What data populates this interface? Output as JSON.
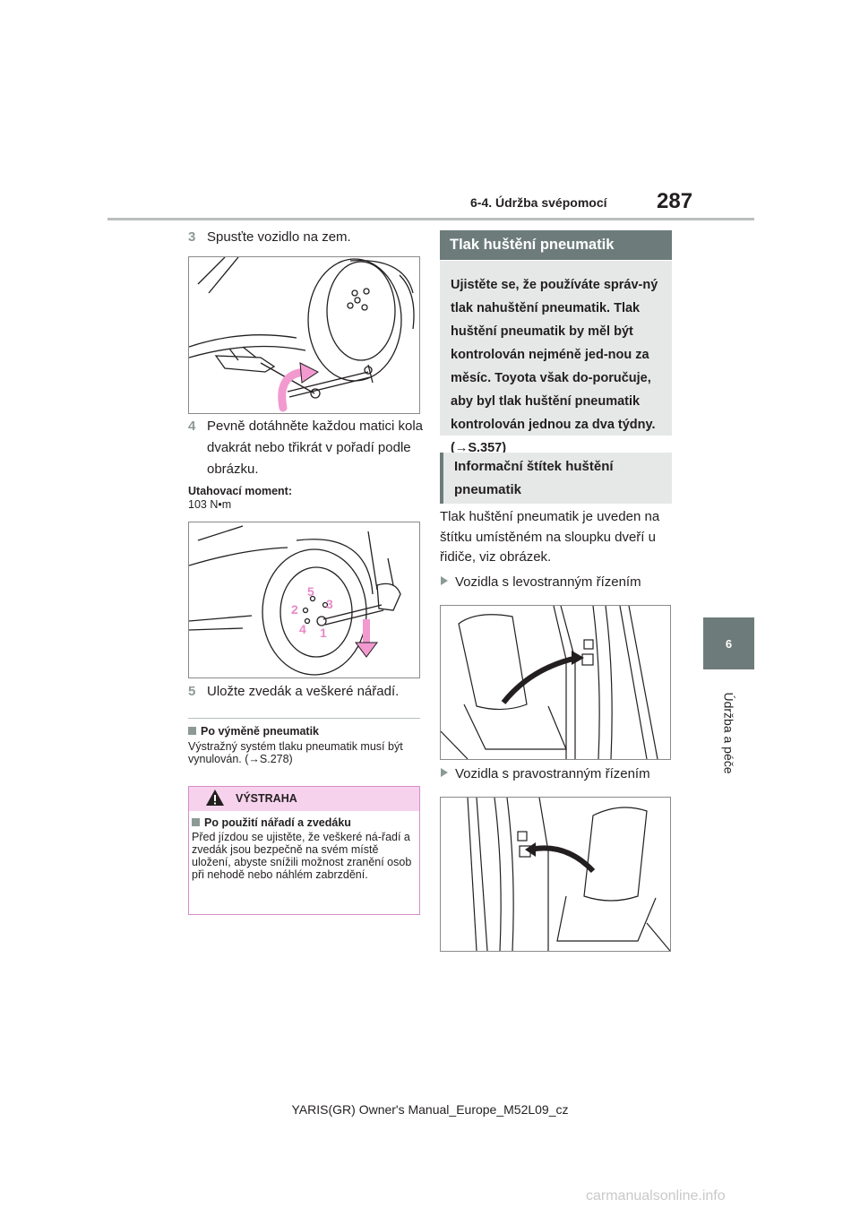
{
  "header": {
    "section": "6-4. Údržba svépomocí",
    "page_number": "287"
  },
  "chapter_tab": {
    "number": "6",
    "label": "Údržba a péče"
  },
  "steps": {
    "s3": {
      "num": "3",
      "text": "Spusťte vozidlo na zem."
    },
    "s4": {
      "num": "4",
      "text": "Pevně dotáhněte každou matici kola dvakrát nebo třikrát v pořadí podle obrázku."
    },
    "s5": {
      "num": "5",
      "text": "Uložte zvedák a veškeré nářadí."
    }
  },
  "torque": {
    "label": "Utahovací moment:",
    "value": "103 N•m"
  },
  "figure_wheel": {
    "nut_order": [
      "5",
      "3",
      "2",
      "4",
      "1"
    ]
  },
  "note": {
    "title": "Po výměně pneumatik",
    "body": "Výstražný systém tlaku pneumatik musí být vynulován. (→S.278)"
  },
  "warning": {
    "title": "VÝSTRAHA",
    "subtitle": "Po použití nářadí a zvedáku",
    "body": "Před jízdou se ujistěte, že veškeré ná-řadí a zvedák jsou bezpečně na svém místě uložení, abyste snížili možnost zranění osob při nehodě nebo náhlém zabrzdění."
  },
  "sidebar": {
    "title": "Tlak huštění pneumatik",
    "box_text": "Ujistěte se, že používáte správ-ný tlak nahuštění pneumatik. Tlak huštění pneumatik by měl být kontrolován nejméně jed-nou za měsíc. Toyota však do-poručuje, aby byl tlak huštění pneumatik kontrolován jednou za dva týdny. (→S.357)",
    "info_title": "Informační štítek huštění pneumatik",
    "paragraph": "Tlak huštění pneumatik je uveden na štítku umístěném na sloupku dveří u řidiče, viz obrázek.",
    "bullet_lhd": "Vozidla s levostranným řízením",
    "bullet_rhd": "Vozidla s pravostranným řízením"
  },
  "footer": "YARIS(GR) Owner's Manual_Europe_M52L09_cz",
  "watermark": "carmanualsonline.info",
  "colors": {
    "accent_gray": "#6d7c7a",
    "step_number": "#8c9997",
    "warning_pink": "#f6d2ec",
    "arrow_pink": "#f29ad0"
  }
}
